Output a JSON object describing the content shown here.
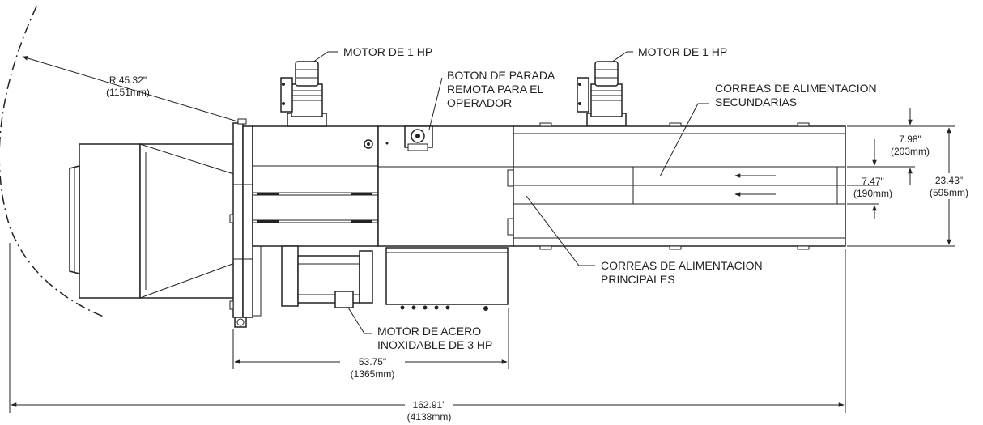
{
  "labels": {
    "motor_1hp_left": "MOTOR DE 1 HP",
    "motor_1hp_right": "MOTOR DE 1 HP",
    "stop_button_line1": "BOTON DE PARADA",
    "stop_button_line2": "REMOTA PARA EL",
    "stop_button_line3": "OPERADOR",
    "secondary_belts_line1": "CORREAS DE ALIMENTACION",
    "secondary_belts_line2": "SECUNDARIAS",
    "main_belts_line1": "CORREAS DE ALIMENTACION",
    "main_belts_line2": "PRINCIPALES",
    "motor_3hp_line1": "MOTOR DE ACERO",
    "motor_3hp_line2": "INOXIDABLE DE 3 HP"
  },
  "dimensions": {
    "radius_in": "R 45.32\"",
    "radius_mm": "(1151mm)",
    "belt_offset_in": "7.98\"",
    "belt_offset_mm": "(203mm)",
    "belt_width_in": "7.47\"",
    "belt_width_mm": "(190mm)",
    "total_width_in": "23.43\"",
    "total_width_mm": "(595mm)",
    "body_length_in": "53.75\"",
    "body_length_mm": "(1365mm)",
    "total_length_in": "162.91\"",
    "total_length_mm": "(4138mm)"
  }
}
